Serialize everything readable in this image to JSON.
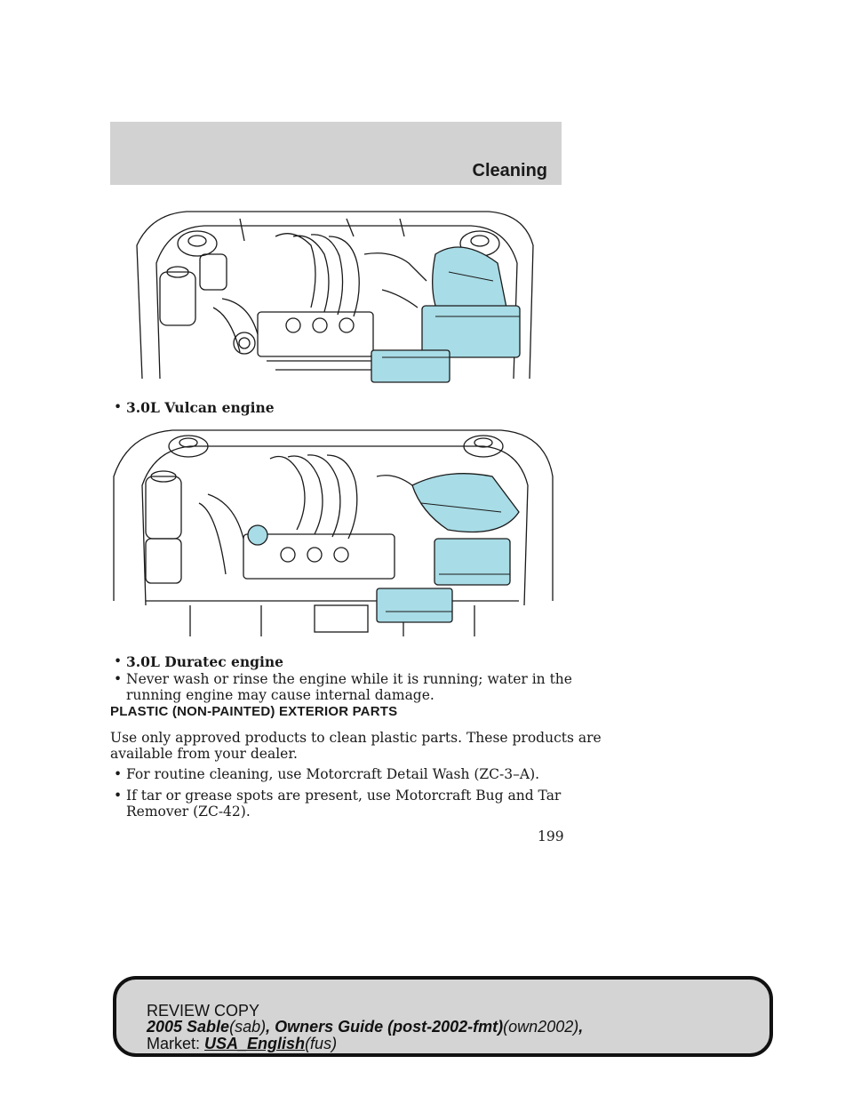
{
  "header": {
    "section_title": "Cleaning"
  },
  "figures": {
    "vulcan": {
      "caption": "3.0L Vulcan engine"
    },
    "duratec": {
      "caption": "3.0L Duratec engine"
    }
  },
  "content": {
    "warning_bullet_line1": "Never wash or rinse the engine while it is running; water in the",
    "warning_bullet_line2": "running engine may cause internal damage.",
    "heading": "PLASTIC (NON-PAINTED) EXTERIOR PARTS",
    "para_line1": "Use only approved products to clean plastic parts. These products are",
    "para_line2": "available from your dealer.",
    "bullet1": "For routine cleaning, use Motorcraft Detail Wash (ZC-3–A).",
    "bullet2_line1": "If tar or grease spots are present, use Motorcraft Bug and Tar",
    "bullet2_line2": "Remover (ZC-42)."
  },
  "page_number": "199",
  "footer": {
    "review": "REVIEW COPY",
    "model": "2005 Sable",
    "model_code": "(sab)",
    "sep1": ",",
    "guide": "Owners Guide (post-2002-fmt)",
    "guide_code": "(own2002)",
    "sep2": ",",
    "market_label": "Market:",
    "market": "USA_English",
    "market_code": "(fus)"
  },
  "colors": {
    "highlight": "#a8dce6",
    "header_band": "#d2d2d2",
    "footer_box": "#d4d4d4"
  }
}
